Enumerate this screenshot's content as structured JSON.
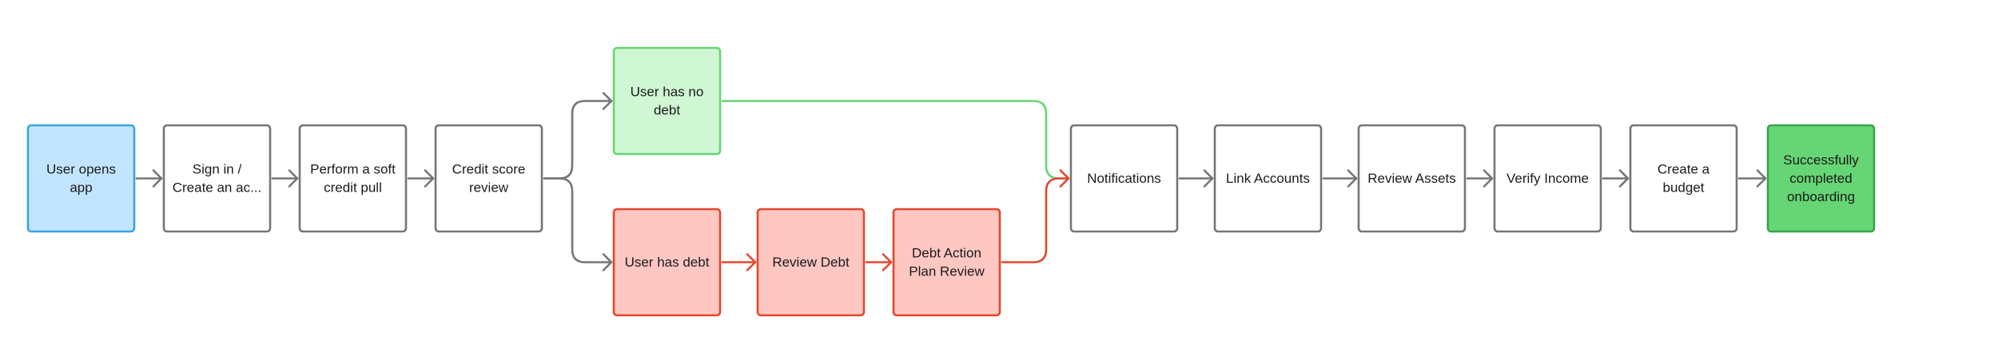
{
  "colors": {
    "neutral_stroke": "#757575",
    "neutral_fill": "#ffffff",
    "start_fill": "#c2e5ff",
    "start_stroke": "#3ba3e5",
    "success_fill": "#cff7d3",
    "success_stroke": "#66d575",
    "debt_fill": "#ffc7c2",
    "debt_stroke": "#e2472f",
    "done_fill": "#66d575",
    "done_stroke": "#3aa34a",
    "edge_gray": "#757575",
    "edge_green": "#66d575",
    "edge_red": "#e2472f"
  },
  "nodes": [
    {
      "id": "user-opens-app",
      "lines": [
        "User opens",
        "app"
      ],
      "style": "start"
    },
    {
      "id": "sign-in",
      "lines": [
        "Sign in /",
        "Create an ac..."
      ],
      "style": "neutral"
    },
    {
      "id": "soft-credit-pull",
      "lines": [
        "Perform a soft",
        "credit pull"
      ],
      "style": "neutral"
    },
    {
      "id": "credit-score-review",
      "lines": [
        "Credit score",
        "review"
      ],
      "style": "neutral"
    },
    {
      "id": "user-has-no-debt",
      "lines": [
        "User has no",
        "debt"
      ],
      "style": "success"
    },
    {
      "id": "user-has-debt",
      "lines": [
        "User has debt"
      ],
      "style": "debt"
    },
    {
      "id": "review-debt",
      "lines": [
        "Review Debt"
      ],
      "style": "debt"
    },
    {
      "id": "debt-action-plan-review",
      "lines": [
        "Debt Action",
        "Plan Review"
      ],
      "style": "debt"
    },
    {
      "id": "notifications",
      "lines": [
        "Notifications"
      ],
      "style": "neutral"
    },
    {
      "id": "link-accounts",
      "lines": [
        "Link Accounts"
      ],
      "style": "neutral"
    },
    {
      "id": "review-assets",
      "lines": [
        "Review Assets"
      ],
      "style": "neutral"
    },
    {
      "id": "verify-income",
      "lines": [
        "Verify Income"
      ],
      "style": "neutral"
    },
    {
      "id": "create-a-budget",
      "lines": [
        "Create a",
        "budget"
      ],
      "style": "neutral"
    },
    {
      "id": "successfully-completed-onboarding",
      "lines": [
        "Successfully",
        "completed",
        "onboarding"
      ],
      "style": "done"
    }
  ],
  "edges": [
    {
      "from": "user-opens-app",
      "to": "sign-in",
      "color": "gray"
    },
    {
      "from": "sign-in",
      "to": "soft-credit-pull",
      "color": "gray"
    },
    {
      "from": "soft-credit-pull",
      "to": "credit-score-review",
      "color": "gray"
    },
    {
      "from": "credit-score-review",
      "to": "user-has-no-debt",
      "color": "gray"
    },
    {
      "from": "credit-score-review",
      "to": "user-has-debt",
      "color": "gray"
    },
    {
      "from": "user-has-no-debt",
      "to": "notifications",
      "color": "green"
    },
    {
      "from": "user-has-debt",
      "to": "review-debt",
      "color": "red"
    },
    {
      "from": "review-debt",
      "to": "debt-action-plan-review",
      "color": "red"
    },
    {
      "from": "debt-action-plan-review",
      "to": "notifications",
      "color": "red"
    },
    {
      "from": "notifications",
      "to": "link-accounts",
      "color": "gray"
    },
    {
      "from": "link-accounts",
      "to": "review-assets",
      "color": "gray"
    },
    {
      "from": "review-assets",
      "to": "verify-income",
      "color": "gray"
    },
    {
      "from": "verify-income",
      "to": "create-a-budget",
      "color": "gray"
    },
    {
      "from": "create-a-budget",
      "to": "successfully-completed-onboarding",
      "color": "gray"
    }
  ]
}
